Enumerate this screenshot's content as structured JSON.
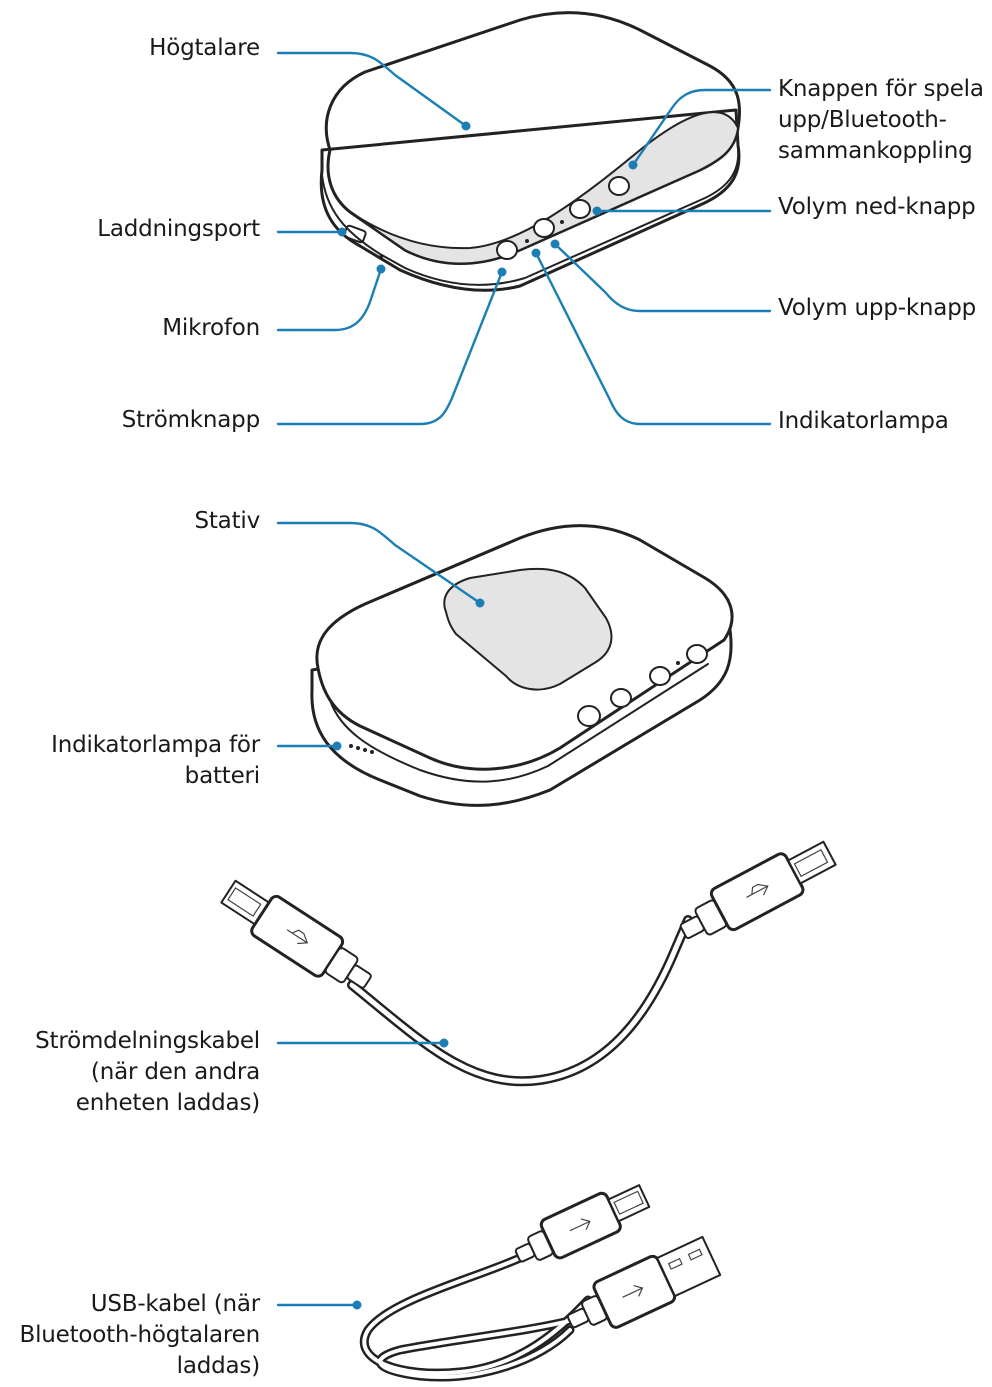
{
  "labels": {
    "speaker": "Högtalare",
    "charging_port": "Laddningsport",
    "microphone": "Mikrofon",
    "power_button": "Strömknapp",
    "play_button": [
      "Knappen för spela",
      "upp/Bluetooth-",
      "sammankoppling"
    ],
    "volume_down": "Volym ned-knapp",
    "volume_up": "Volym upp-knapp",
    "indicator_light": "Indikatorlampa",
    "stand": "Stativ",
    "battery_indicator": [
      "Indikatorlampa för",
      "batteri"
    ],
    "power_sharing_cable": [
      "Strömdelningskabel",
      "(när den andra",
      "enheten laddas)"
    ],
    "usb_cable": [
      "USB-kabel (när",
      "Bluetooth-högtalaren",
      "laddas)"
    ]
  },
  "colors": {
    "leader_line": "#1b7fb5",
    "outline": "#222222",
    "surface": "#e4e4e4"
  }
}
